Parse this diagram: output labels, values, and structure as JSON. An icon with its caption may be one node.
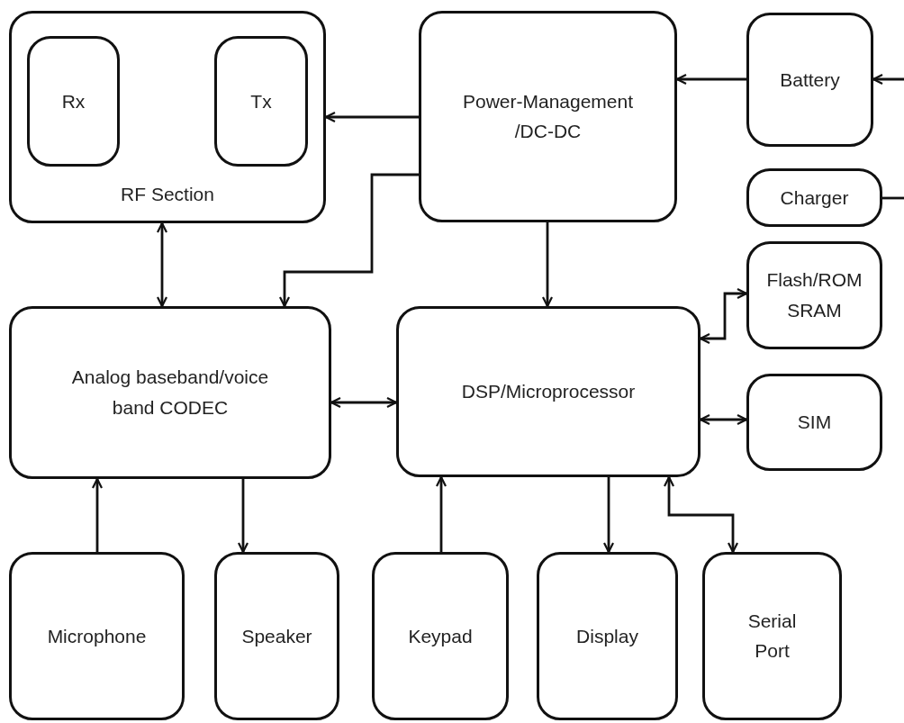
{
  "diagram": {
    "nodes": [
      {
        "text": [
          "RF Section"
        ]
      },
      {
        "text": [
          "Rx"
        ],
        "in": 0
      },
      {
        "text": [
          "Tx"
        ],
        "in": 0
      },
      {
        "text": [
          "Power-Management /DC-DC"
        ]
      },
      {
        "text": [
          "Battery"
        ]
      },
      {
        "text": [
          "Charger"
        ]
      },
      {
        "text": [
          "Analog baseband/voice band CODEC"
        ]
      },
      {
        "text": [
          "DSP/Microprocessor"
        ]
      },
      {
        "text": [
          "Flash/ROM SRAM"
        ]
      },
      {
        "text": [
          "SIM"
        ]
      },
      {
        "text": [
          "Microphone"
        ]
      },
      {
        "text": [
          "Speaker"
        ]
      },
      {
        "text": [
          "Keypad"
        ]
      },
      {
        "text": [
          "Display"
        ]
      },
      {
        "text": [
          "Serial Port"
        ]
      }
    ],
    "edges": [
      {
        "from": 4,
        "to": 3,
        "arrow": "to"
      },
      {
        "from": null,
        "to": 4,
        "arrow": "to"
      },
      {
        "from": 5,
        "to": null,
        "arrow": "none"
      },
      {
        "from": 3,
        "to": 0,
        "arrow": "to"
      },
      {
        "from": 3,
        "to": 6,
        "arrow": "to"
      },
      {
        "from": 3,
        "to": 7,
        "arrow": "to"
      },
      {
        "from": 0,
        "to": 6,
        "arrow": "both"
      },
      {
        "from": 6,
        "to": 7,
        "arrow": "both"
      },
      {
        "from": 7,
        "to": 8,
        "arrow": "both"
      },
      {
        "from": 7,
        "to": 9,
        "arrow": "both"
      },
      {
        "from": 10,
        "to": 6,
        "arrow": "to"
      },
      {
        "from": 6,
        "to": 11,
        "arrow": "to"
      },
      {
        "from": 12,
        "to": 7,
        "arrow": "to"
      },
      {
        "from": 7,
        "to": 13,
        "arrow": "to"
      },
      {
        "from": 7,
        "to": 14,
        "arrow": "both"
      }
    ]
  }
}
